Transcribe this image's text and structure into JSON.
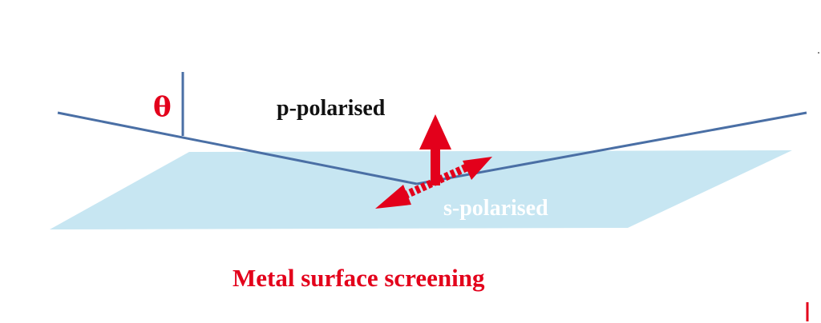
{
  "labels": {
    "theta": "θ",
    "p_polarised": "p-polarised",
    "s_polarised": "s-polarised",
    "caption": "Metal surface screening"
  },
  "colors": {
    "surface": "#c7e6f2",
    "beam": "#4a6fa5",
    "arrow": "#e3001b",
    "caption": "#e3001b",
    "text": "#111111"
  }
}
